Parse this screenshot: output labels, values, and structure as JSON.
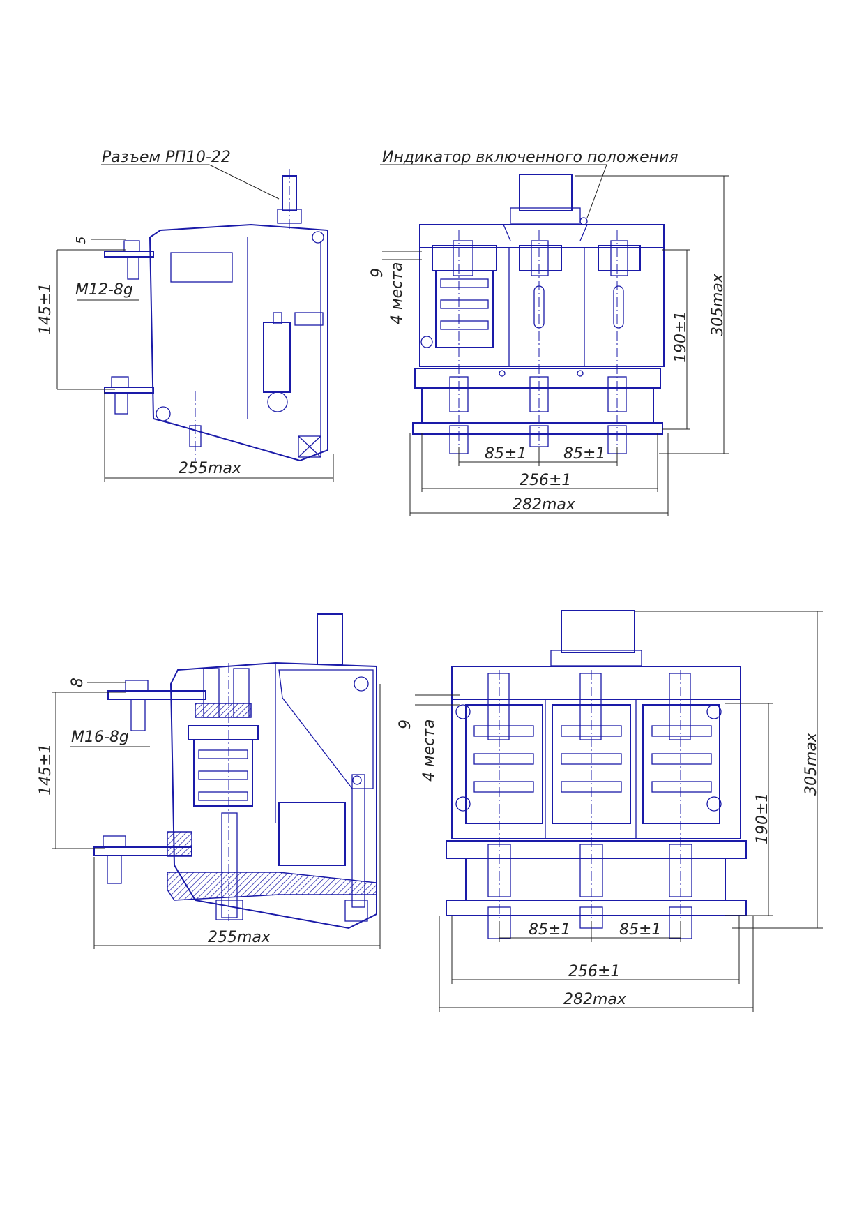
{
  "top_view": {
    "connector_label": "Разъем РП10-22",
    "indicator_label": "Индикатор включенного положения",
    "dim_5": "5",
    "thread": "М12-8g",
    "dim_145": "145±1",
    "dim_255": "255max",
    "dim_9": "9",
    "places": "4 места",
    "dim_305": "305max",
    "dim_190": "190±1",
    "dim_85a": "85±1",
    "dim_85b": "85±1",
    "dim_256": "256±1",
    "dim_282": "282max"
  },
  "bottom_view": {
    "dim_8": "8",
    "thread": "М16-8g",
    "dim_145": "145±1",
    "dim_255": "255max",
    "dim_9": "9",
    "places": "4 места",
    "dim_305": "305max",
    "dim_190": "190±1",
    "dim_85a": "85±1",
    "dim_85b": "85±1",
    "dim_256": "256±1",
    "dim_282": "282max"
  }
}
